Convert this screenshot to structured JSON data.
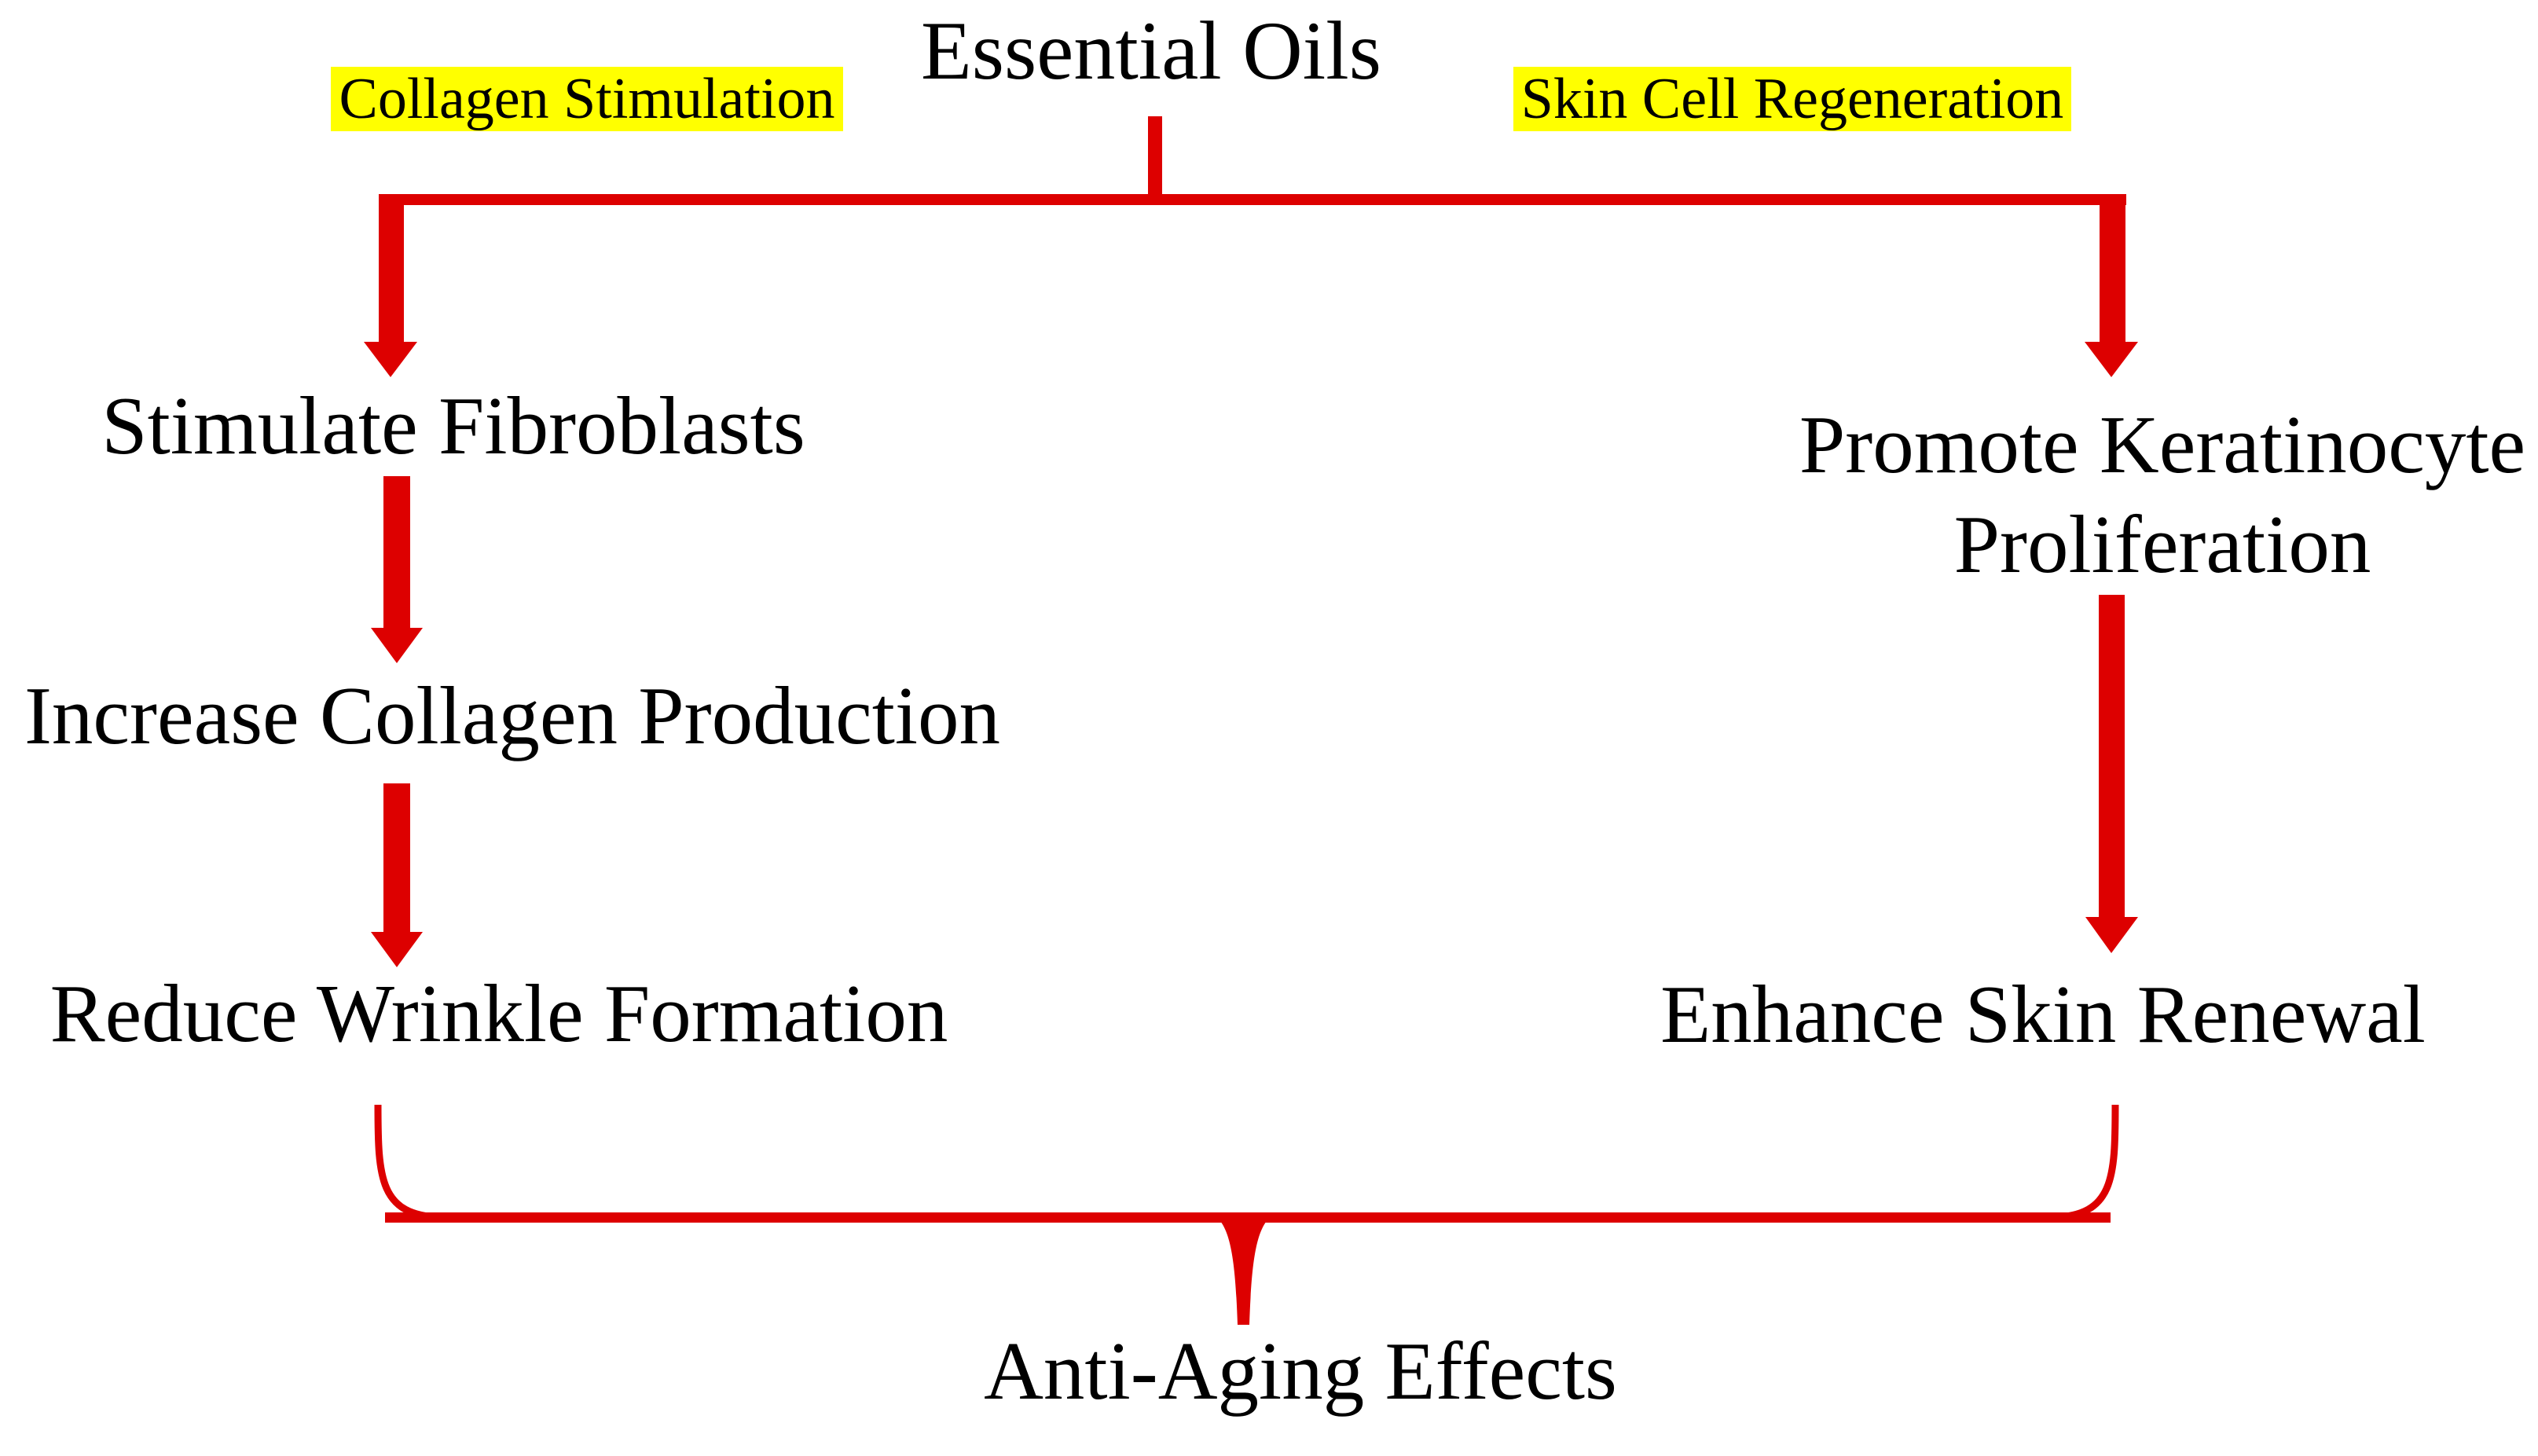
{
  "colors": {
    "background": "#ffffff",
    "arrow_red": "#dd0000",
    "highlight_yellow": "#ffff00",
    "text_black": "#000000"
  },
  "root": {
    "label": "Essential Oils"
  },
  "branches": {
    "left": {
      "category": "Collagen Stimulation",
      "steps": [
        "Stimulate Fibroblasts",
        "Increase Collagen Production",
        "Reduce Wrinkle Formation"
      ]
    },
    "right": {
      "category": "Skin Cell Regeneration",
      "steps": [
        "Promote Keratinocyte Proliferation",
        "Enhance Skin Renewal"
      ]
    }
  },
  "outcome": {
    "label": "Anti-Aging Effects"
  }
}
